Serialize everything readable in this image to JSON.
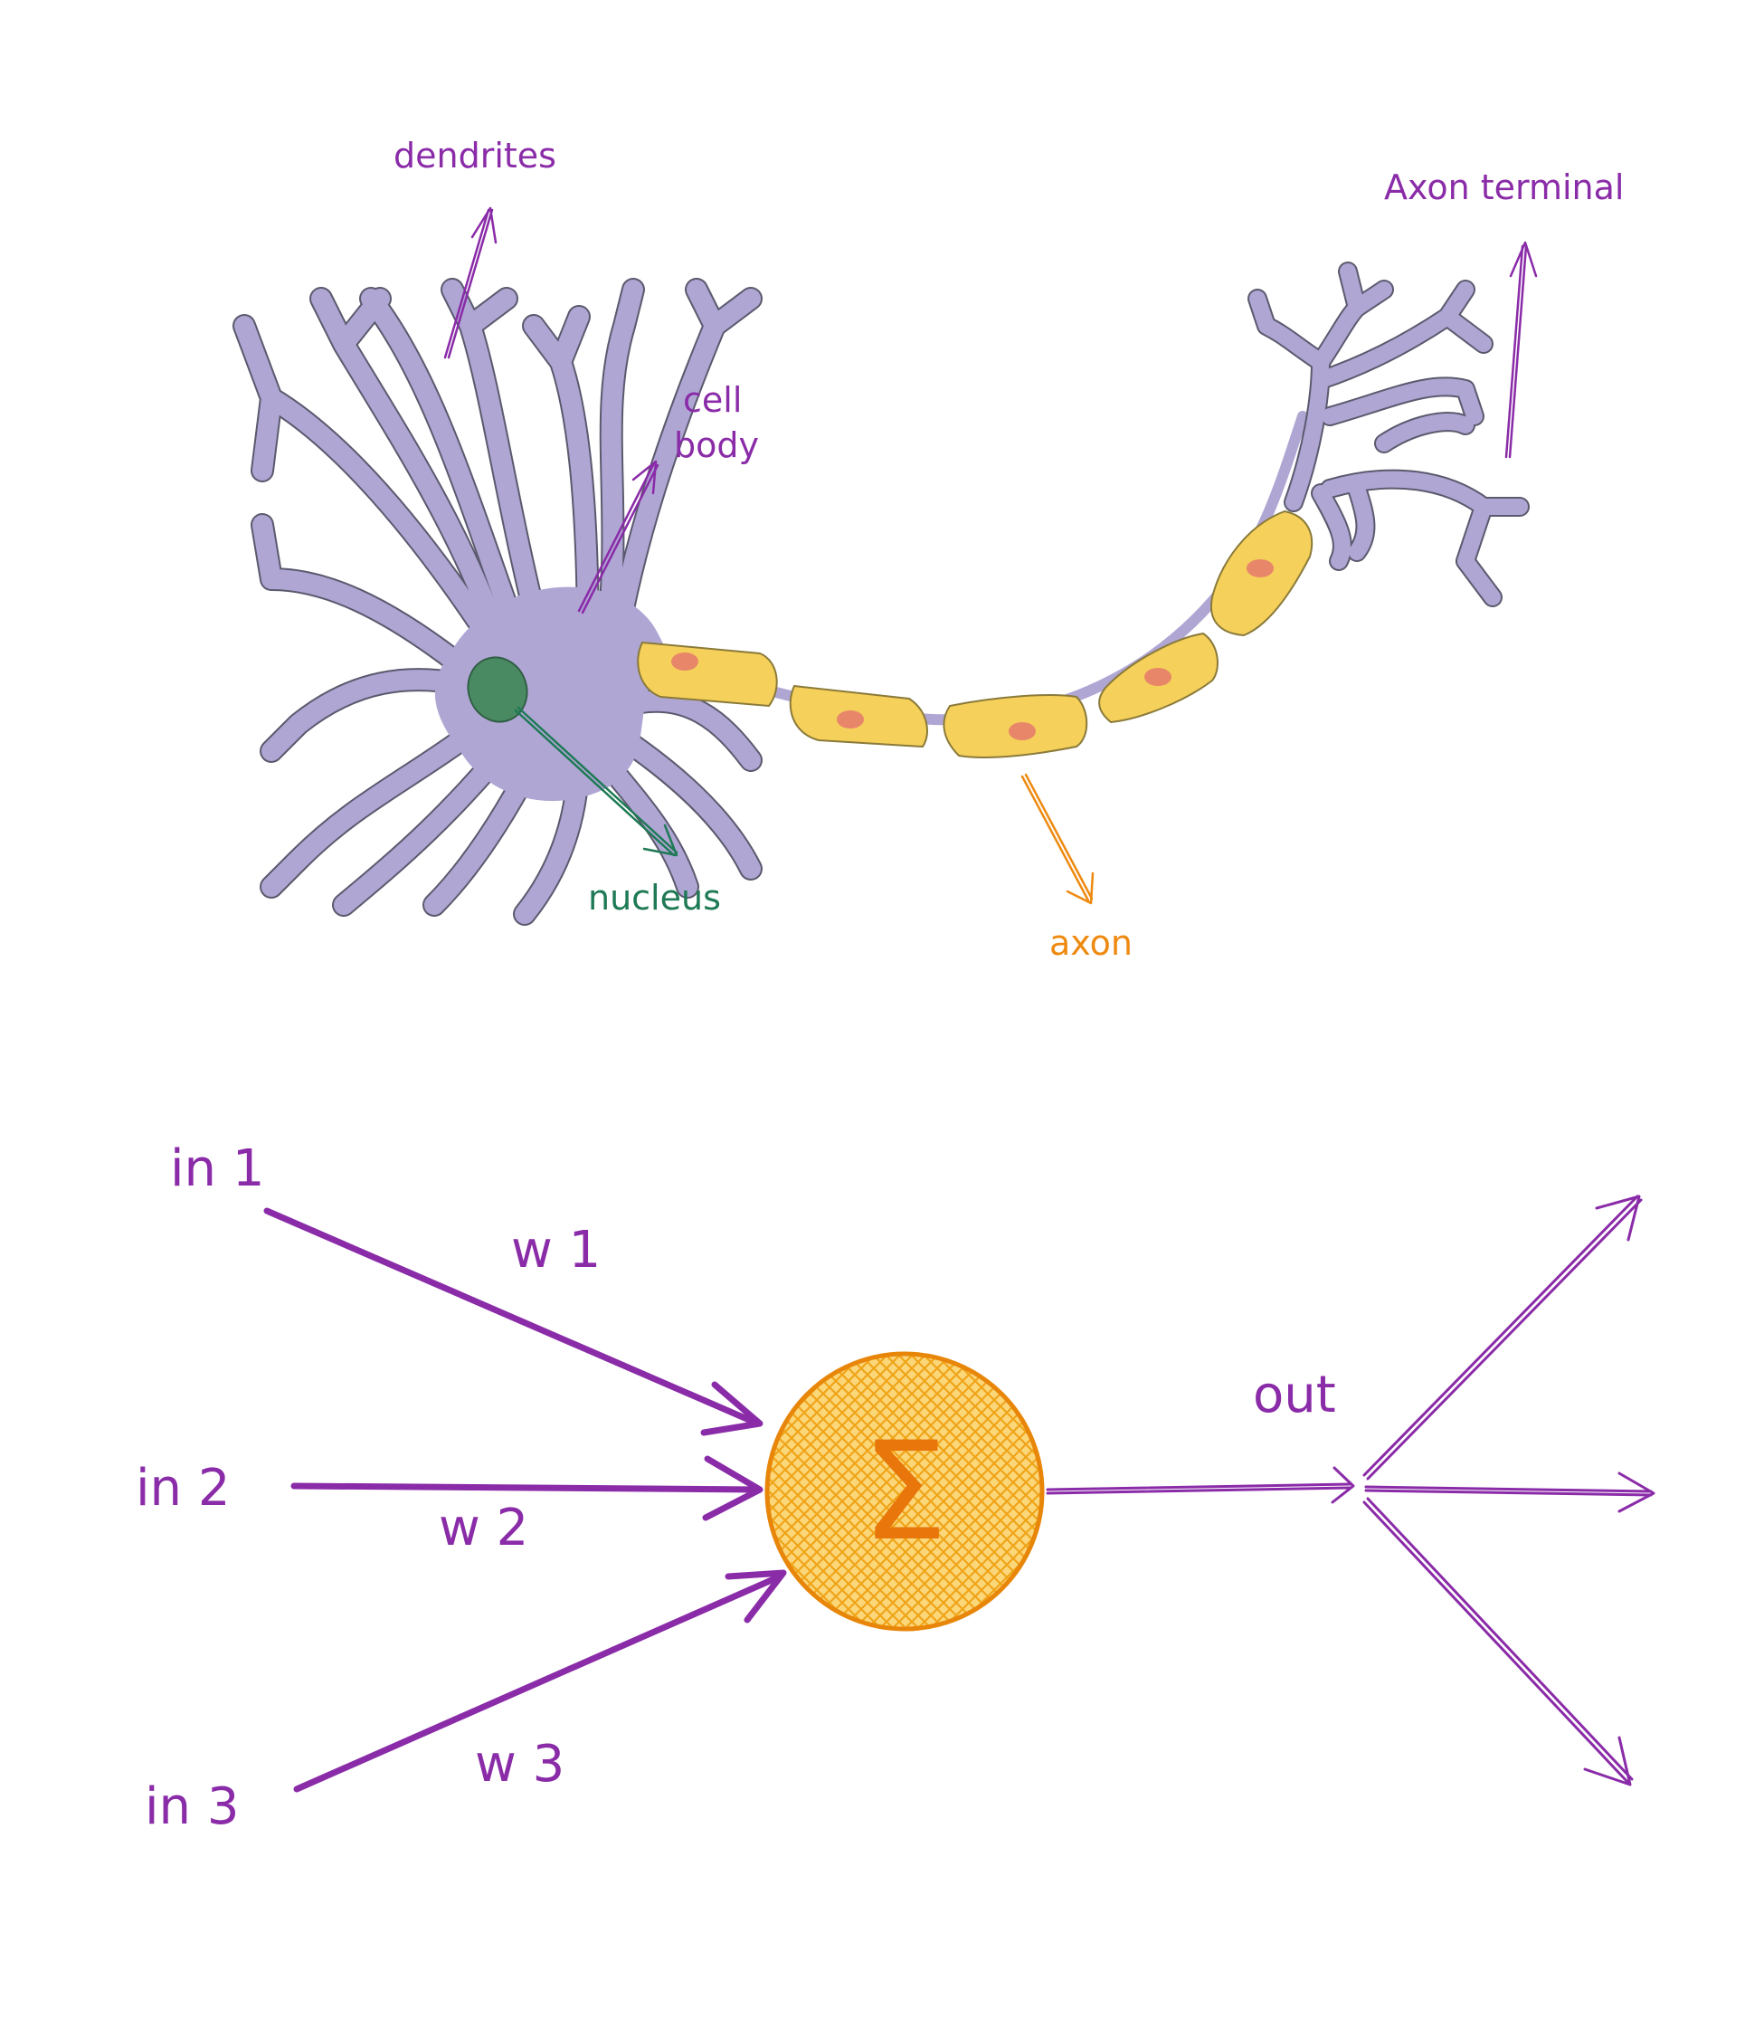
{
  "colors": {
    "neuron_body": "#b0a6d4",
    "neuron_outline": "#5a5a6e",
    "nucleus": "#4a8a62",
    "myelin": "#f5d05a",
    "myelin_outline": "#8a7a3a",
    "node": "#e8866a",
    "label_purple": "#8a2ba8",
    "label_green": "#1e7a55",
    "label_orange": "#ee8a10",
    "sum_fill": "#f7b21c",
    "sum_stroke": "#e8860a",
    "sum_symbol": "#e8760a"
  },
  "neuron": {
    "labels": {
      "dendrites": "dendrites",
      "axon_terminal": "Axon terminal",
      "cell_body_line1": "cell",
      "cell_body_line2": "body",
      "nucleus": "nucleus",
      "axon": "axon"
    }
  },
  "perceptron": {
    "inputs": [
      {
        "label": "in 1",
        "weight": "w 1"
      },
      {
        "label": "in 2",
        "weight": "w 2"
      },
      {
        "label": "in 3",
        "weight": "w 3"
      }
    ],
    "sum_symbol": "Σ",
    "output_label": "out",
    "icons": [
      "arrow-icon"
    ]
  }
}
